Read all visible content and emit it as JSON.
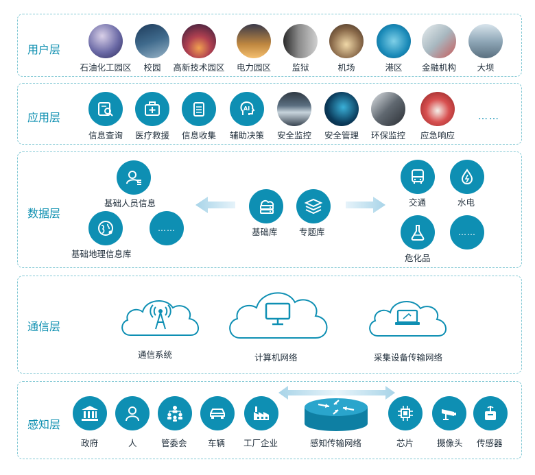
{
  "layers": {
    "user": {
      "title": "用户层",
      "items": [
        "石油化工园区",
        "校园",
        "高新技术园区",
        "电力园区",
        "监狱",
        "机场",
        "港区",
        "金融机构",
        "大坝"
      ]
    },
    "app": {
      "title": "应用层",
      "items": [
        "信息查询",
        "医疗救援",
        "信息收集",
        "辅助决策",
        "安全监控",
        "安全管理",
        "环保监控",
        "应急响应"
      ],
      "more": "……"
    },
    "data": {
      "title": "数据层",
      "left": [
        "基础人员信息",
        "基础地理信息库"
      ],
      "left_more": "……",
      "center": [
        "基础库",
        "专题库"
      ],
      "right": [
        "交通",
        "水电",
        "危化品"
      ],
      "right_more": "……"
    },
    "comm": {
      "title": "通信层",
      "items": [
        "通信系统",
        "计算机网络",
        "采集设备传输网络"
      ]
    },
    "sense": {
      "title": "感知层",
      "items": [
        "政府",
        "人",
        "管委会",
        "车辆",
        "工厂企业"
      ],
      "center": "感知传输网络",
      "right": [
        "芯片",
        "摄像头",
        "传感器"
      ]
    }
  },
  "colors": {
    "primary": "#0e8fb3",
    "title": "#0d8fb0",
    "border": "#7fc7d3"
  }
}
